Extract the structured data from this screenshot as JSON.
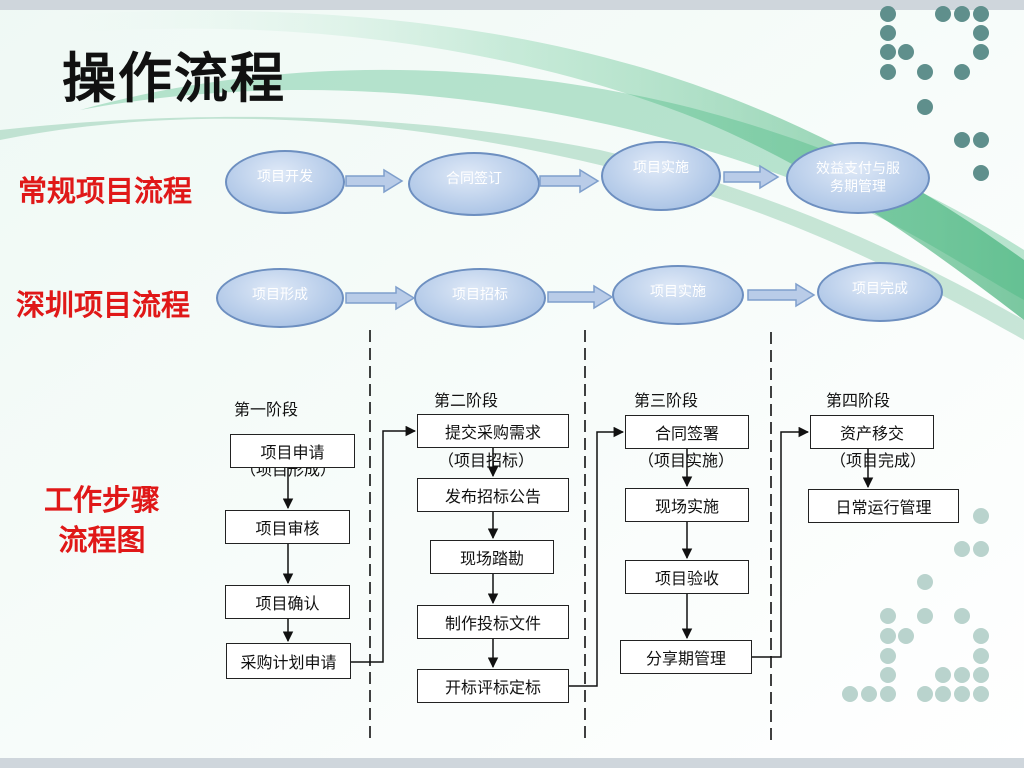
{
  "title": "操作流程",
  "flows": {
    "regular": {
      "label": "常规项目流程",
      "steps": [
        "项目开发",
        "合同签订",
        "项目实施",
        "效益支付与服务期管理"
      ]
    },
    "shenzhen": {
      "label": "深圳项目流程",
      "steps": [
        "项目形成",
        "项目招标",
        "项目实施",
        "项目完成"
      ]
    }
  },
  "workflow": {
    "label": "工作步骤\n流程图",
    "label_line1": "工作步骤",
    "label_line2": "流程图",
    "stages": [
      {
        "title": "第一阶段",
        "subtitle": "（项目形成）",
        "steps": [
          "项目申请",
          "项目审核",
          "项目确认",
          "采购计划申请"
        ]
      },
      {
        "title": "第二阶段",
        "subtitle": "（项目招标）",
        "steps": [
          "提交采购需求",
          "发布招标公告",
          "现场踏勘",
          "制作投标文件",
          "开标评标定标"
        ]
      },
      {
        "title": "第三阶段",
        "subtitle": "（项目实施）",
        "steps": [
          "合同签署",
          "现场实施",
          "项目验收",
          "分享期管理"
        ]
      },
      {
        "title": "第四阶段",
        "subtitle": "（项目完成）",
        "steps": [
          "资产移交",
          "日常运行管理"
        ]
      }
    ]
  },
  "colors": {
    "label_red": "#e01818",
    "ellipse_border": "#6d8fc0",
    "arrow_fill": "#b9cce8",
    "dot_dark": "#5f8f8c",
    "dot_light": "#b9d3cd"
  }
}
